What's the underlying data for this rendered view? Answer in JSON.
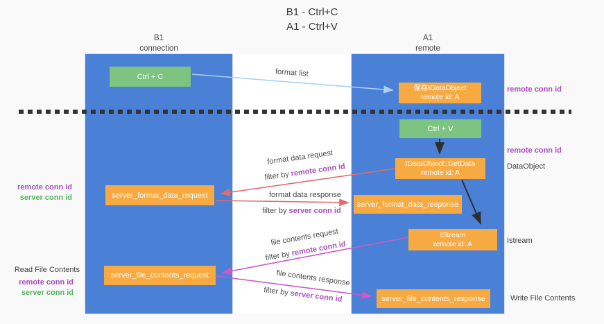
{
  "title": {
    "line1": "B1 - Ctrl+C",
    "line2": "A1 - Ctrl+V"
  },
  "lanes": {
    "left": {
      "title": "B1",
      "subtitle": "connection"
    },
    "right": {
      "title": "A1",
      "subtitle": "remote"
    }
  },
  "boxes": {
    "ctrl_c": {
      "label": "Ctrl + C"
    },
    "save_idataobject": {
      "line1": "保存IDataObject",
      "line2": "remote id: A"
    },
    "ctrl_v": {
      "label": "Ctrl + V"
    },
    "getdata": {
      "line1": "IDataObject::GetData",
      "line2": "remote id: A"
    },
    "server_format_data_request": {
      "label": "server_format_data_request"
    },
    "server_format_data_response": {
      "label": "server_format_data_response"
    },
    "istream": {
      "line1": "IStream",
      "line2": "remote id: A"
    },
    "server_file_contents_request": {
      "label": "server_file_contents_request"
    },
    "server_file_contents_response": {
      "label": "server_file_contents_response"
    }
  },
  "arrows": {
    "format_list": {
      "label": "format list"
    },
    "format_data_request": {
      "label": "format data request",
      "filter_prefix": "filter by ",
      "filter_key": "remote conn id"
    },
    "format_data_response": {
      "label": "format data response",
      "filter_prefix": "filter by ",
      "filter_key": "server conn id"
    },
    "file_contents_request": {
      "label": "file contents request",
      "filter_prefix": "filter by ",
      "filter_key": "remote conn id"
    },
    "file_contents_response": {
      "label": "file contents response",
      "filter_prefix": "filter by ",
      "filter_key": "server conn id"
    }
  },
  "side_labels": {
    "right_remote_conn_id_1": "remote conn id",
    "right_remote_conn_id_2": "remote conn id",
    "dataobject": "DataObject",
    "istream": "Istream",
    "write_file_contents": "Write File Contents",
    "read_file_contents": "Read File Contents",
    "left_remote_conn_id_1": "remote conn id",
    "left_server_conn_id_1": "server conn id",
    "left_remote_conn_id_2": "remote conn id",
    "left_server_conn_id_2": "server conn id"
  },
  "colors": {
    "lane_blue": "#4a80d6",
    "box_orange": "#f7a942",
    "box_green": "#7cc47f",
    "purple": "#a84fc0",
    "green_text": "#56b45c",
    "arrow_red": "#e06c6e",
    "arrow_magenta": "#c95ac9",
    "arrow_blue": "#a8d2f0",
    "arrow_black": "#2e2e2e",
    "dash_black": "#333333"
  }
}
